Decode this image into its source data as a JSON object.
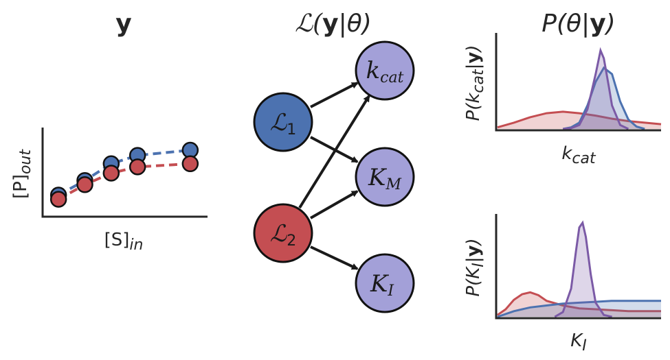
{
  "panels": {
    "data": {
      "title": "y",
      "xlabel": "[S]",
      "xlabel_sub": "in",
      "ylabel": "[P]",
      "ylabel_sub": "out"
    },
    "likelihood": {
      "title_prefix": "ℒ(",
      "title_bold": "y",
      "title_suffix": "|θ)"
    },
    "posterior": {
      "title_prefix": "P(θ|",
      "title_bold": "y",
      "title_suffix": ")",
      "top_xlabel": "k",
      "top_xlabel_sub": "cat",
      "top_ylabel_prefix": "P(k",
      "top_ylabel_sub": "cat",
      "top_ylabel_mid": "|",
      "top_ylabel_bold": "y",
      "top_ylabel_suffix": ")",
      "bottom_xlabel": "K",
      "bottom_xlabel_sub": "I",
      "bottom_ylabel_prefix": "P(K",
      "bottom_ylabel_sub": "I",
      "bottom_ylabel_mid": "|",
      "bottom_ylabel_bold": "y",
      "bottom_ylabel_suffix": ")"
    }
  },
  "graph": {
    "likelihood_nodes": [
      {
        "id": "L1",
        "symbol": "ℒ",
        "sub": "1",
        "color": "#4c72b0"
      },
      {
        "id": "L2",
        "symbol": "ℒ",
        "sub": "2",
        "color": "#c44e52"
      }
    ],
    "parameter_nodes": [
      {
        "id": "kcat",
        "symbol": "k",
        "sub": "cat",
        "color": "#a3a0d8"
      },
      {
        "id": "KM",
        "symbol": "K",
        "sub": "M",
        "color": "#a3a0d8"
      },
      {
        "id": "KI",
        "symbol": "K",
        "sub": "I",
        "color": "#a3a0d8"
      }
    ],
    "edges": [
      {
        "from": "L1",
        "to": "kcat"
      },
      {
        "from": "L1",
        "to": "KM"
      },
      {
        "from": "L2",
        "to": "kcat"
      },
      {
        "from": "L2",
        "to": "KM"
      },
      {
        "from": "L2",
        "to": "KI"
      }
    ]
  },
  "chart_data": [
    {
      "type": "line",
      "series": [
        {
          "color": "#4c72b0",
          "x": [
            1,
            2,
            3,
            4,
            6
          ],
          "y": [
            1.8,
            3.2,
            4.8,
            5.6,
            6.1
          ]
        },
        {
          "color": "#c44e52",
          "x": [
            1,
            2,
            3,
            4,
            6
          ],
          "y": [
            1.4,
            2.8,
            3.9,
            4.5,
            4.8
          ]
        }
      ],
      "xlim": [
        0.5,
        6.5
      ],
      "ylim": [
        0,
        8
      ],
      "grid": false,
      "ticks": false
    },
    {
      "type": "area",
      "series": [
        {
          "color": "#c44e52",
          "x": [
            0,
            1,
            2,
            3,
            4,
            5,
            6,
            7,
            8,
            9,
            10
          ],
          "y": [
            0.02,
            0.08,
            0.15,
            0.2,
            0.22,
            0.2,
            0.17,
            0.13,
            0.1,
            0.08,
            0.06
          ]
        },
        {
          "color": "#4c72b0",
          "x": [
            4.0,
            4.5,
            5.0,
            5.5,
            6.0,
            6.5,
            7.0,
            7.5,
            8.0,
            8.5,
            9.0
          ],
          "y": [
            0.0,
            0.02,
            0.08,
            0.3,
            0.6,
            0.78,
            0.7,
            0.35,
            0.12,
            0.03,
            0.0
          ]
        },
        {
          "color": "#7b5aa6",
          "x": [
            4.0,
            4.5,
            5.0,
            5.5,
            6.0,
            6.3,
            6.5,
            6.8,
            7.0,
            7.5,
            8.0
          ],
          "y": [
            0.0,
            0.01,
            0.05,
            0.25,
            0.7,
            1.0,
            0.9,
            0.55,
            0.3,
            0.05,
            0.0
          ]
        }
      ],
      "xlim": [
        0,
        10
      ],
      "ylim": [
        0,
        1.05
      ],
      "grid": false,
      "ticks": false
    },
    {
      "type": "area",
      "series": [
        {
          "color": "#c44e52",
          "x": [
            0,
            0.5,
            1,
            1.5,
            2,
            2.5,
            3,
            4,
            5,
            6,
            7,
            8,
            9,
            10
          ],
          "y": [
            0.02,
            0.08,
            0.18,
            0.24,
            0.26,
            0.23,
            0.17,
            0.12,
            0.09,
            0.08,
            0.07,
            0.06,
            0.06,
            0.06
          ]
        },
        {
          "color": "#4c72b0",
          "x": [
            0,
            1,
            2,
            3,
            4,
            5,
            6,
            7,
            8,
            9,
            10
          ],
          "y": [
            0.0,
            0.06,
            0.1,
            0.12,
            0.14,
            0.15,
            0.16,
            0.17,
            0.17,
            0.17,
            0.17
          ]
        },
        {
          "color": "#7b5aa6",
          "x": [
            3.5,
            4.0,
            4.5,
            4.8,
            5.0,
            5.2,
            5.4,
            5.7,
            6.0,
            6.5,
            7.0
          ],
          "y": [
            0.0,
            0.05,
            0.3,
            0.7,
            0.95,
            1.0,
            0.85,
            0.45,
            0.15,
            0.02,
            0.0
          ]
        }
      ],
      "xlim": [
        0,
        10
      ],
      "ylim": [
        0,
        1.05
      ],
      "grid": false,
      "ticks": false
    }
  ]
}
